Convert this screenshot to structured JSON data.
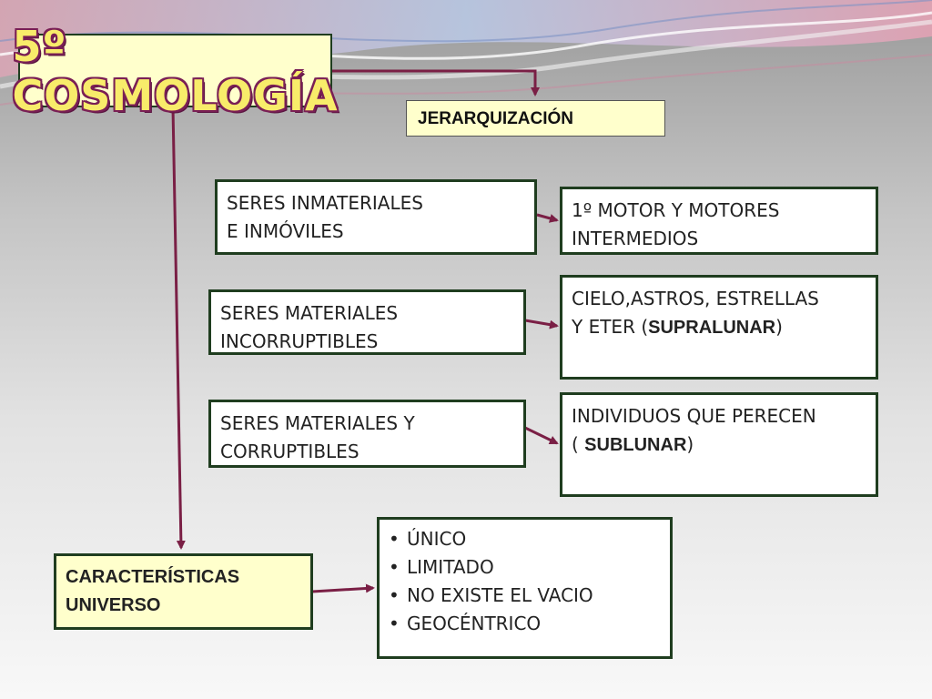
{
  "title": "5º COSMOLOGÍA",
  "jerarquizacion": "JERARQUIZACIÓN",
  "levels": [
    {
      "category": [
        "SERES INMATERIALES",
        "E INMÓVILES"
      ],
      "description": [
        {
          "text": "1º MOTOR Y MOTORES"
        },
        {
          "text": "INTERMEDIOS"
        }
      ]
    },
    {
      "category": [
        "SERES MATERIALES",
        "INCORRUPTIBLES"
      ],
      "description": [
        {
          "text": "CIELO,ASTROS, ESTRELLAS"
        },
        {
          "pre": "Y ETER (",
          "strong": "SUPRALUNAR",
          "post": ")"
        }
      ]
    },
    {
      "category": [
        "SERES MATERIALES Y",
        "CORRUPTIBLES"
      ],
      "description": [
        {
          "text": "INDIVIDUOS QUE PERECEN"
        },
        {
          "pre": "( ",
          "strong": "SUBLUNAR",
          "post": ")"
        }
      ]
    }
  ],
  "caracteristicas": [
    "CARACTERÍSTICAS",
    "UNIVERSO"
  ],
  "bullet_symbol": "•",
  "features": [
    "ÚNICO",
    "LIMITADO",
    "NO EXISTE EL VACIO",
    "GEOCÉNTRICO"
  ],
  "colors": {
    "box_border": "#1f3d1f",
    "connector": "#7a1f45",
    "title_fill": "#f8ec6a",
    "title_outline": "#7a1f55",
    "highlight_box": "#ffffcc"
  }
}
